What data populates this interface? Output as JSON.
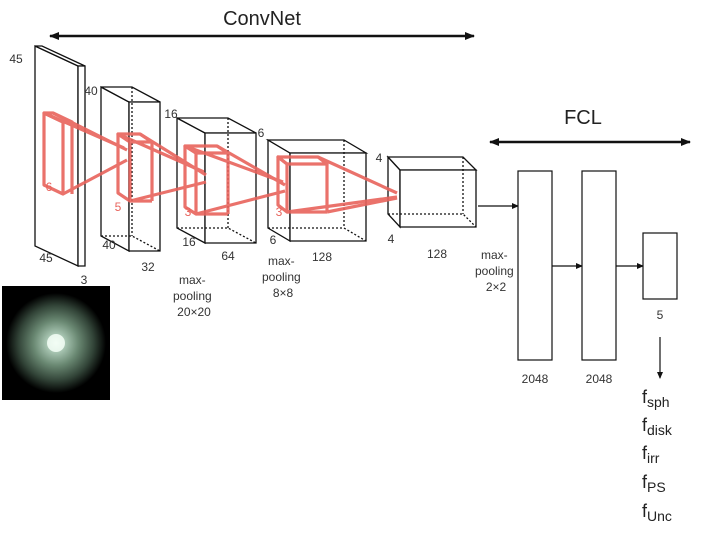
{
  "title": "ConvNet",
  "fcl_title": "FCL",
  "input": {
    "h": "45",
    "w": "45",
    "c": "3",
    "kernel": "6"
  },
  "conv1": {
    "h": "40",
    "w": "40",
    "c": "32",
    "kernel": "5"
  },
  "conv2": {
    "h": "16",
    "w": "16",
    "c": "64",
    "kernel": "3"
  },
  "conv3": {
    "h": "6",
    "w": "6",
    "c": "128",
    "kernel": "3"
  },
  "conv4": {
    "h": "4",
    "w": "4",
    "c": "128"
  },
  "pool1": [
    "max-",
    "pooling",
    "20×20"
  ],
  "pool2": [
    "max-",
    "pooling",
    "8×8"
  ],
  "pool3": [
    "max-",
    "pooling",
    "2×2"
  ],
  "fc1": "2048",
  "fc2": "2048",
  "out_size": "5",
  "outputs": [
    {
      "base": "f",
      "sub": "sph"
    },
    {
      "base": "f",
      "sub": "disk"
    },
    {
      "base": "f",
      "sub": "irr"
    },
    {
      "base": "f",
      "sub": "PS"
    },
    {
      "base": "f",
      "sub": "Unc"
    }
  ],
  "colors": {
    "line": "#111111",
    "kernel": "#e8635c",
    "galaxy_core": "#eafff0",
    "galaxy_halo": "#5a7a64"
  }
}
